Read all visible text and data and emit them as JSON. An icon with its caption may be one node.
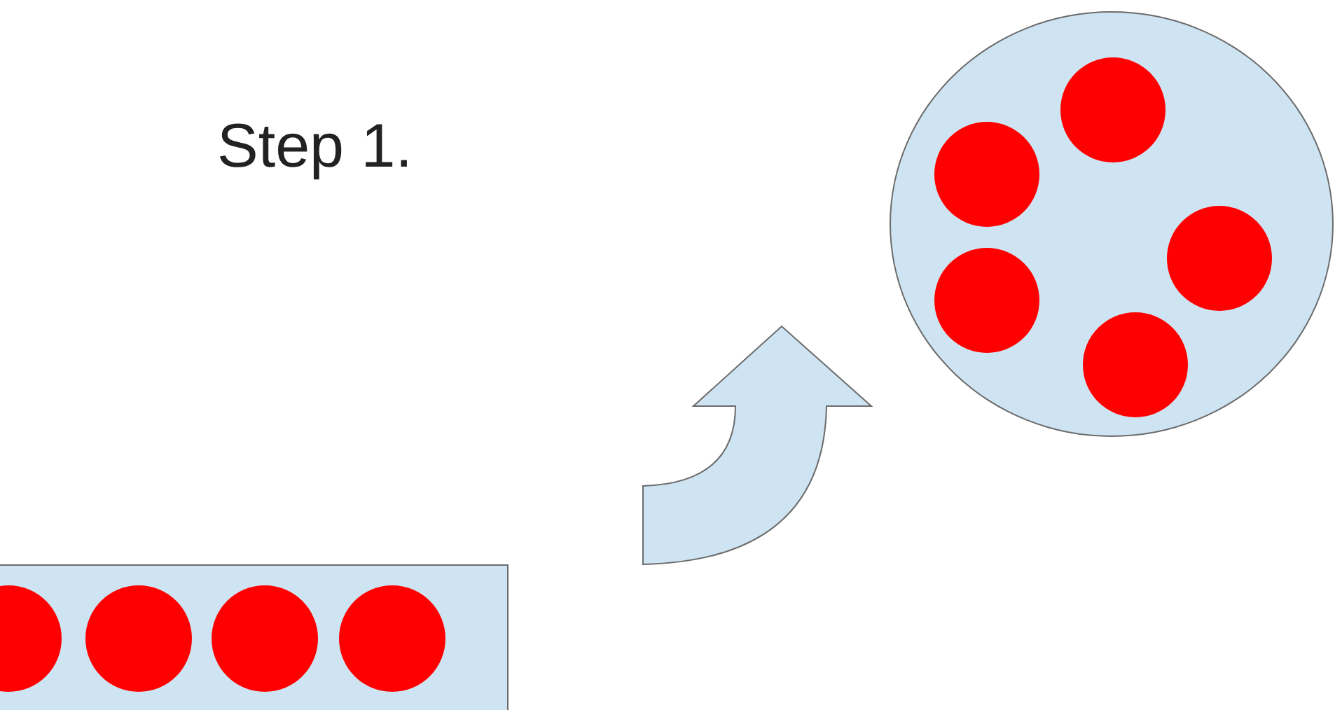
{
  "diagram": {
    "nodes": [
      {
        "text": [],
        "shape": "box"
      },
      {
        "text": [],
        "shape": "circle",
        "in": 0
      },
      {
        "text": [],
        "shape": "circle",
        "in": 0
      },
      {
        "text": [],
        "shape": "circle",
        "in": 0
      },
      {
        "text": [],
        "shape": "circle",
        "in": 0
      },
      {
        "text": [],
        "shape": "circle"
      },
      {
        "text": [],
        "shape": "circle",
        "in": 5
      },
      {
        "text": [],
        "shape": "circle",
        "in": 5
      },
      {
        "text": [],
        "shape": "circle",
        "in": 5
      },
      {
        "text": [],
        "shape": "circle",
        "in": 5
      },
      {
        "text": [],
        "shape": "circle",
        "in": 5
      }
    ],
    "edges": [
      {
        "from": 0,
        "to": 5,
        "arrow": "to"
      }
    ],
    "labels": [
      "Step 1."
    ]
  }
}
